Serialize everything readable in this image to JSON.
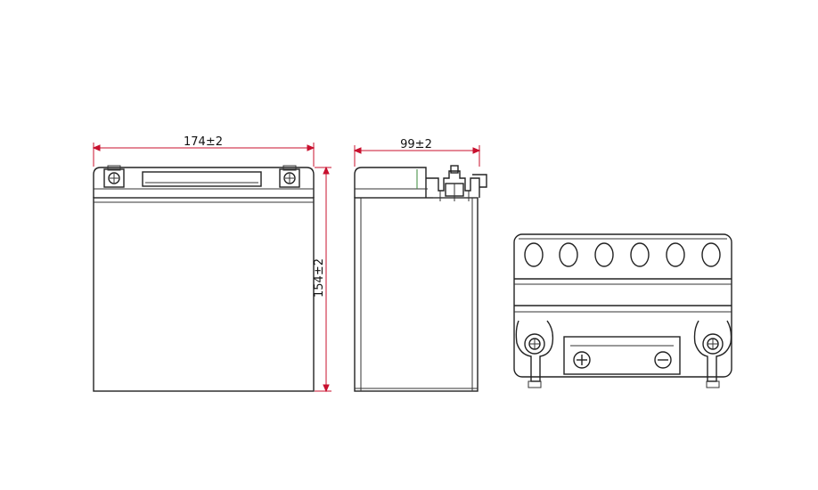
{
  "dimensions": {
    "width_front": "174±2",
    "width_side": "99±2",
    "height": "154±2"
  },
  "terminals": {
    "positive_symbol": "+",
    "negative_symbol": "−"
  },
  "colors": {
    "outline": "#222222",
    "dimension_lines": "#c8102e",
    "background": "#ffffff"
  },
  "views": [
    "front-view",
    "side-view",
    "top-view"
  ]
}
